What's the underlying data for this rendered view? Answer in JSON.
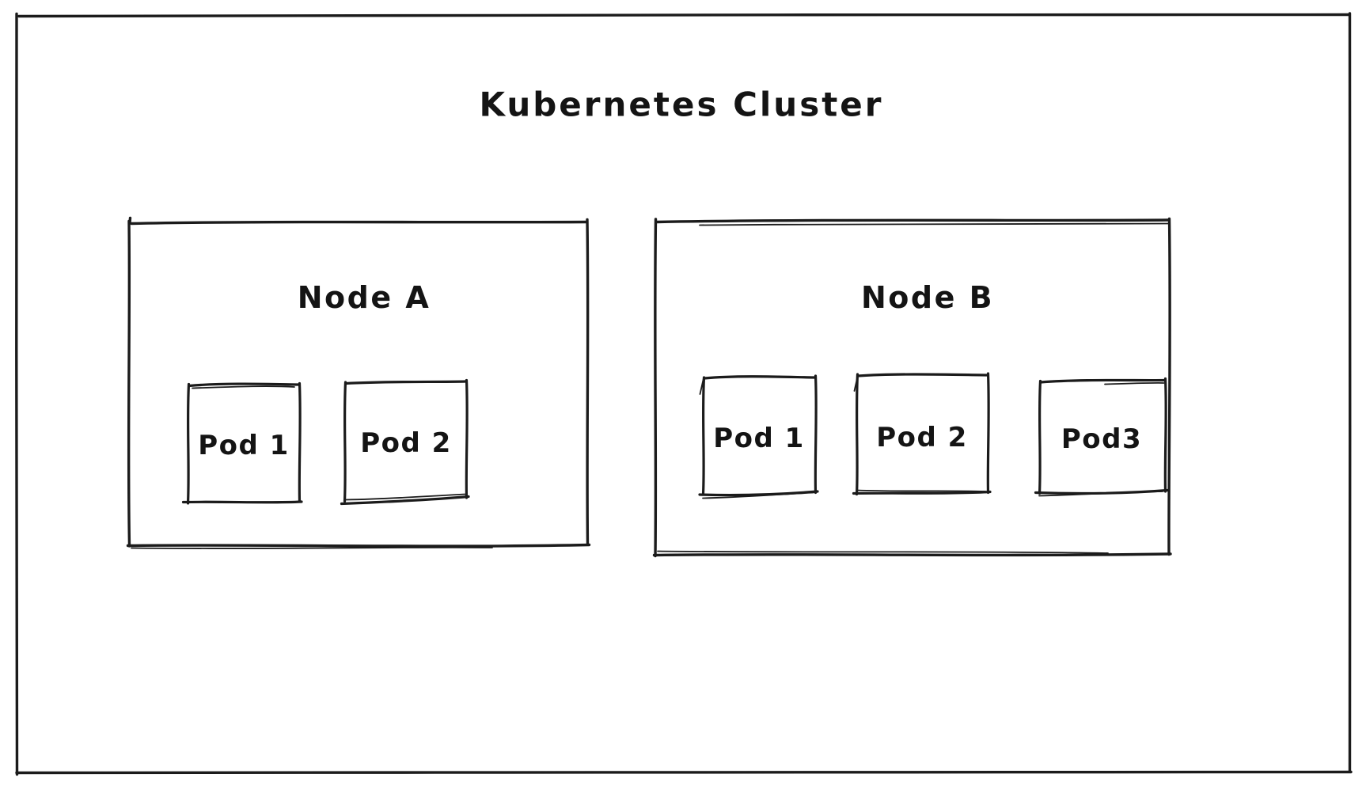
{
  "diagram": {
    "title": "Kubernetes Cluster",
    "stroke_color": "#1b1b1b",
    "background_color": "#ffffff",
    "nodes": [
      {
        "label": "Node A",
        "pods": [
          {
            "label": "Pod 1"
          },
          {
            "label": "Pod 2"
          }
        ]
      },
      {
        "label": "Node B",
        "pods": [
          {
            "label": "Pod 1"
          },
          {
            "label": "Pod 2"
          },
          {
            "label": "Pod3"
          }
        ]
      }
    ]
  }
}
